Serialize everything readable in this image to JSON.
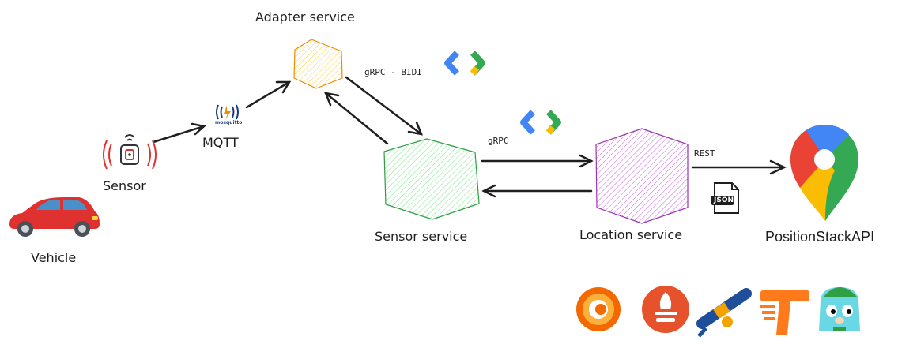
{
  "nodes": {
    "adapter": {
      "label": "Adapter service"
    },
    "sensor_service": {
      "label": "Sensor service"
    },
    "location": {
      "label": "Location service"
    },
    "sensor": {
      "label": "Sensor"
    },
    "vehicle": {
      "label": "Vehicle"
    },
    "mqtt": {
      "label": "MQTT",
      "logo_text": "mosquitto"
    },
    "api": {
      "label": "PositionStackAPI"
    },
    "json": {
      "label": "JSON"
    }
  },
  "edges": {
    "grpc_bidi": "gRPC - BIDI",
    "grpc": "gRPC",
    "rest": "REST"
  },
  "colors": {
    "adapter": "#f08c00",
    "sensor_service": "#2f9e44",
    "location": "#9c36b5",
    "arrow": "#1e1e1e",
    "signal": "#e03131"
  },
  "icons": {
    "sensor": "sensor-icon",
    "vehicle": "car-icon",
    "mqtt": "mosquitto-logo-icon",
    "api": "map-pin-icon",
    "json": "json-file-icon",
    "grpc": "google-cloud-icon",
    "toolbar": [
      "grafana-icon",
      "prometheus-icon",
      "telescope-icon",
      "ko-build-icon",
      "gopher-icon"
    ]
  }
}
